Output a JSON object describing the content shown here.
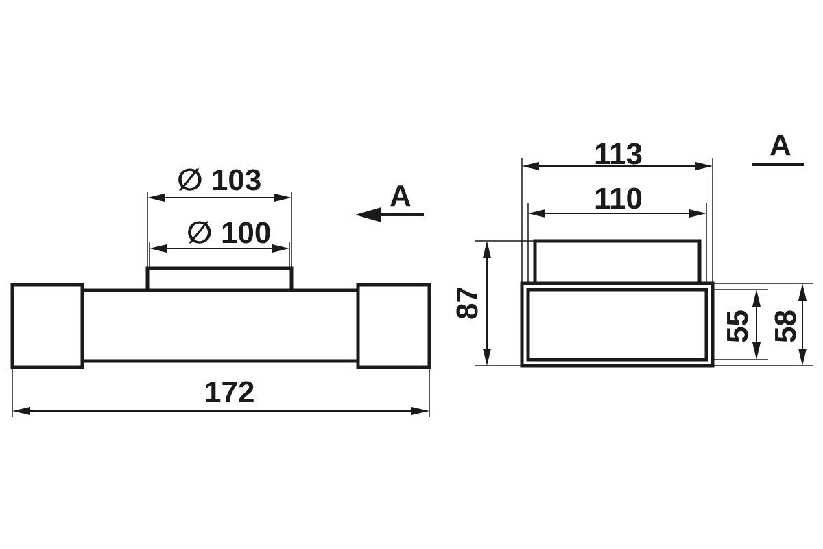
{
  "colors": {
    "line": "#1a1a1a",
    "background": "#ffffff"
  },
  "front_view": {
    "dim_outer_diameter": "∅ 103",
    "dim_inner_diameter": "∅ 100",
    "dim_total_length": "172",
    "view_label": "A",
    "view_arrow_icon": "arrow-left-icon"
  },
  "side_view": {
    "dim_outer_width": "113",
    "dim_inner_width": "110",
    "dim_total_height": "87",
    "dim_inner_height": "55",
    "dim_outer_height": "58",
    "view_label": "A"
  }
}
